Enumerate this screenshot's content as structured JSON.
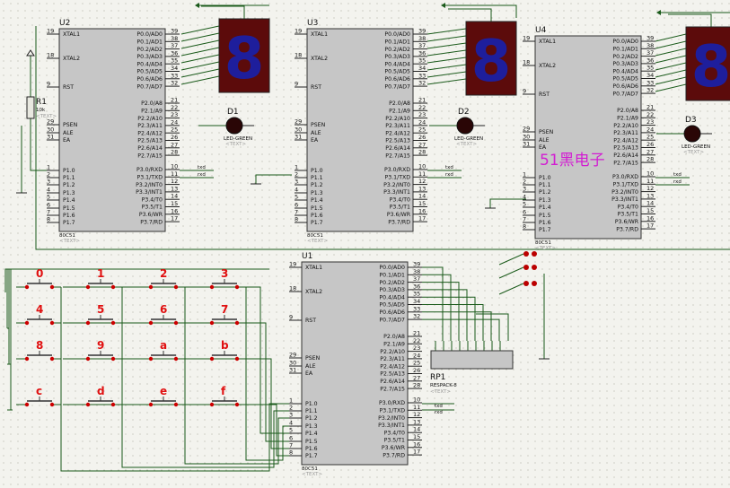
{
  "mcus": [
    {
      "ref": "U2",
      "part": "80C51",
      "tail": "<TEXT>"
    },
    {
      "ref": "U3",
      "part": "80C51",
      "tail": "<TEXT>"
    },
    {
      "ref": "U4",
      "part": "80C51",
      "tail": "<TEXT>"
    },
    {
      "ref": "U1",
      "part": "80C51",
      "tail": "<TEXT>"
    }
  ],
  "pins_left": [
    {
      "num": "19",
      "name": "XTAL1"
    },
    {
      "num": "18",
      "name": "XTAL2"
    },
    {
      "num": "9",
      "name": "RST"
    },
    {
      "num": "29",
      "name": "PSEN"
    },
    {
      "num": "30",
      "name": "ALE"
    },
    {
      "num": "31",
      "name": "EA"
    },
    {
      "num": "1",
      "name": "P1.0"
    },
    {
      "num": "2",
      "name": "P1.1"
    },
    {
      "num": "3",
      "name": "P1.2"
    },
    {
      "num": "4",
      "name": "P1.3"
    },
    {
      "num": "5",
      "name": "P1.4"
    },
    {
      "num": "6",
      "name": "P1.5"
    },
    {
      "num": "7",
      "name": "P1.6"
    },
    {
      "num": "8",
      "name": "P1.7"
    }
  ],
  "pins_right": [
    {
      "num": "39",
      "name": "P0.0/AD0"
    },
    {
      "num": "38",
      "name": "P0.1/AD1"
    },
    {
      "num": "37",
      "name": "P0.2/AD2"
    },
    {
      "num": "36",
      "name": "P0.3/AD3"
    },
    {
      "num": "35",
      "name": "P0.4/AD4"
    },
    {
      "num": "34",
      "name": "P0.5/AD5"
    },
    {
      "num": "33",
      "name": "P0.6/AD6"
    },
    {
      "num": "32",
      "name": "P0.7/AD7"
    },
    {
      "num": "21",
      "name": "P2.0/A8"
    },
    {
      "num": "22",
      "name": "P2.1/A9"
    },
    {
      "num": "23",
      "name": "P2.2/A10"
    },
    {
      "num": "24",
      "name": "P2.3/A11"
    },
    {
      "num": "25",
      "name": "P2.4/A12"
    },
    {
      "num": "26",
      "name": "P2.5/A13"
    },
    {
      "num": "27",
      "name": "P2.6/A14"
    },
    {
      "num": "28",
      "name": "P2.7/A15"
    },
    {
      "num": "10",
      "name": "P3.0/RXD"
    },
    {
      "num": "11",
      "name": "P3.1/TXD"
    },
    {
      "num": "12",
      "name": "P3.2/INT0"
    },
    {
      "num": "13",
      "name": "P3.3/INT1"
    },
    {
      "num": "14",
      "name": "P3.4/T0"
    },
    {
      "num": "15",
      "name": "P3.5/T1"
    },
    {
      "num": "16",
      "name": "P3.6/WR"
    },
    {
      "num": "17",
      "name": "P3.7/RD"
    }
  ],
  "leds": [
    {
      "ref": "D1",
      "part": "LED-GREEN",
      "tail": "<TEXT>"
    },
    {
      "ref": "D2",
      "part": "LED-GREEN",
      "tail": "<TEXT>"
    },
    {
      "ref": "D3",
      "part": "LED-GREEN",
      "tail": "<TEXT>"
    }
  ],
  "display_digit": "8",
  "serial_labels": [
    "txd",
    "rxd"
  ],
  "resistor": {
    "ref": "R1",
    "value": "10k",
    "tail": "<TEXT>"
  },
  "respack": {
    "ref": "RP1",
    "part": "RESPACK-8",
    "tail": "<TEXT>"
  },
  "keys": [
    "0",
    "1",
    "2",
    "3",
    "4",
    "5",
    "6",
    "7",
    "8",
    "9",
    "a",
    "b",
    "c",
    "d",
    "e",
    "f"
  ],
  "brand": "51黑电子",
  "colors": {
    "background": "#f3f3ee",
    "chip": "#c6c6c6",
    "display": "#5c0b0b",
    "segment": "#1e1e9c",
    "key_label": "#e01010",
    "brand": "#d21cd2",
    "led": "#2a0606"
  }
}
